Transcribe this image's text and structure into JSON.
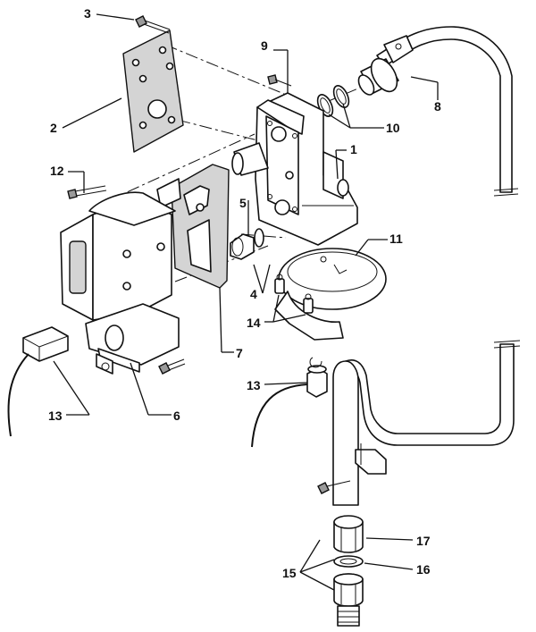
{
  "callouts": [
    {
      "id": "label-1",
      "text": "1"
    },
    {
      "id": "label-2",
      "text": "2"
    },
    {
      "id": "label-3",
      "text": "3"
    },
    {
      "id": "label-4",
      "text": "4"
    },
    {
      "id": "label-5",
      "text": "5"
    },
    {
      "id": "label-6",
      "text": "6"
    },
    {
      "id": "label-7",
      "text": "7"
    },
    {
      "id": "label-8",
      "text": "8"
    },
    {
      "id": "label-9",
      "text": "9"
    },
    {
      "id": "label-10",
      "text": "10"
    },
    {
      "id": "label-11",
      "text": "11"
    },
    {
      "id": "label-12",
      "text": "12"
    },
    {
      "id": "label-13a",
      "text": "13"
    },
    {
      "id": "label-13b",
      "text": "13"
    },
    {
      "id": "label-14",
      "text": "14"
    },
    {
      "id": "label-15",
      "text": "15"
    },
    {
      "id": "label-16",
      "text": "16"
    },
    {
      "id": "label-17",
      "text": "17"
    }
  ]
}
